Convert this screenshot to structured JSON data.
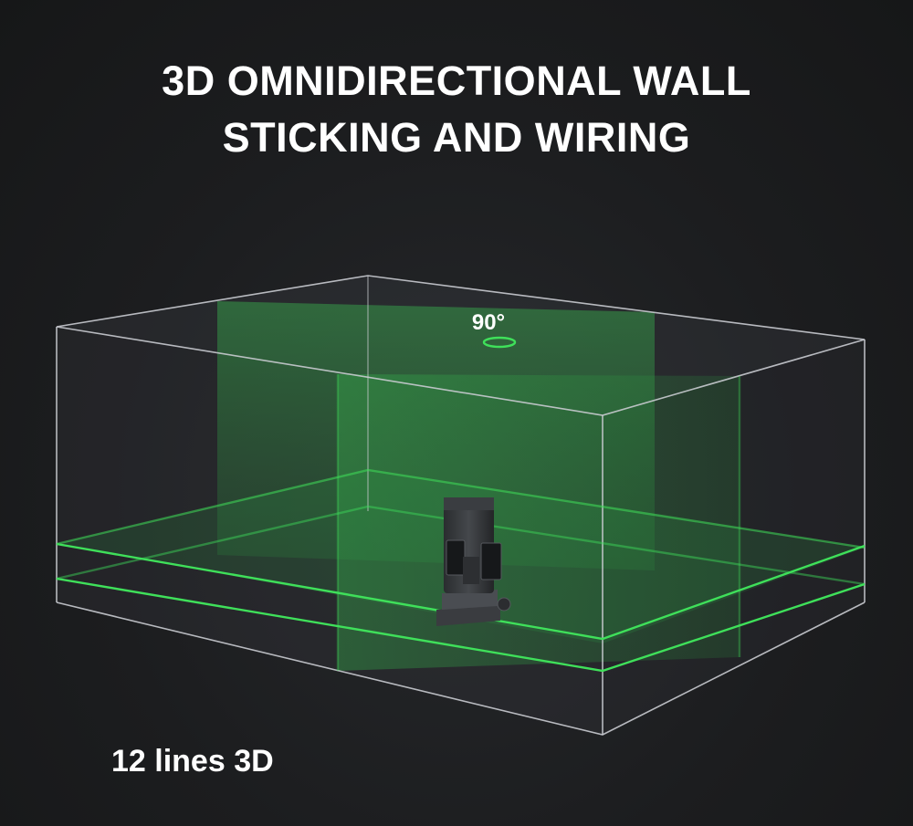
{
  "headline": {
    "line1": "3D OMNIDIRECTIONAL WALL",
    "line2": "STICKING AND WIRING"
  },
  "angle_label": "90°",
  "caption": "12 lines 3D",
  "colors": {
    "background": "#1c1d1f",
    "laser_green": "#3fe05a",
    "box_edge": "#c9cbd0"
  },
  "icons": {
    "laser_device": "laser-level-device-icon"
  }
}
